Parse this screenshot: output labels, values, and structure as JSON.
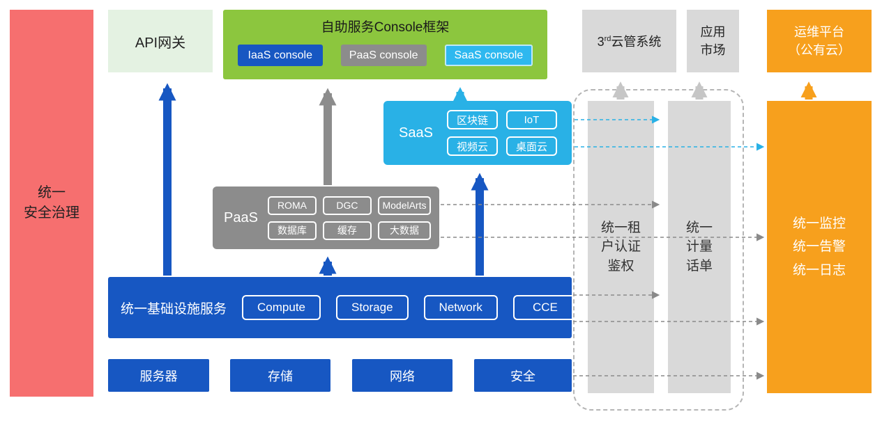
{
  "security_bar": {
    "label": "统一\n安全治理"
  },
  "api_gateway": {
    "label": "API网关"
  },
  "console_framework": {
    "title": "自助服务Console框架",
    "consoles": [
      {
        "label": "IaaS console"
      },
      {
        "label": "PaaS console"
      },
      {
        "label": "SaaS console"
      }
    ]
  },
  "third_party_cloud": {
    "prefix": "3",
    "sup": "rd",
    "suffix": "云管系统"
  },
  "app_market": {
    "label": "应用\n市场"
  },
  "ops_platform": {
    "label": "运维平台\n（公有云）"
  },
  "saas": {
    "label": "SaaS",
    "items": [
      "区块链",
      "IoT",
      "视频云",
      "桌面云"
    ]
  },
  "paas": {
    "label": "PaaS",
    "items": [
      "ROMA",
      "DGC",
      "ModelArts",
      "数据库",
      "缓存",
      "大数据"
    ]
  },
  "infrastructure": {
    "label": "统一基础设施服务",
    "items": [
      "Compute",
      "Storage",
      "Network",
      "CCE"
    ]
  },
  "hardware": {
    "items": [
      "服务器",
      "存储",
      "网络",
      "安全"
    ]
  },
  "auth_bar": {
    "label": "统一租\n户认证\n鉴权"
  },
  "metering_bar": {
    "label": "统一\n计量\n话单"
  },
  "monitoring_bar": {
    "label": "统一监控\n统一告警\n统一日志"
  },
  "colors": {
    "blue": "#1757c2",
    "gray": "#8c8c8c",
    "cyan": "#29b1e6",
    "green": "#8cc63e",
    "orange": "#f7a01d",
    "red": "#f66f6f",
    "light_gray": "#d9d9d9"
  }
}
